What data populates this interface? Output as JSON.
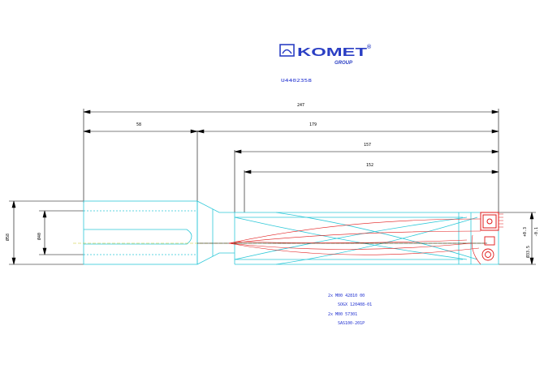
{
  "logo": {
    "brand": "KOMET",
    "registered": "®",
    "group": "GROUP",
    "color": "#2b3fc4"
  },
  "drawing": {
    "part_number": "U4402358",
    "colors": {
      "body": "#2ec8d8",
      "insert": "#e01818",
      "dimension": "#000000",
      "axis": "#c8c820",
      "notes": "#1f2fd0"
    },
    "dimensions": {
      "overall_length": "247",
      "shank_length": "58",
      "body_length": "179",
      "drill_depth_1": "157",
      "drill_depth_2": "152",
      "body_diameter": "Ø58",
      "shank_diameter": "Ø40",
      "drill_diameter": "Ø33.5",
      "tolerance_upper": "+0.3",
      "tolerance_lower": "-0.1"
    },
    "notes": [
      "2x M00 42810 00",
      "SOGX 120408-01",
      "2x M00 57301",
      "SAS100-201P"
    ]
  }
}
